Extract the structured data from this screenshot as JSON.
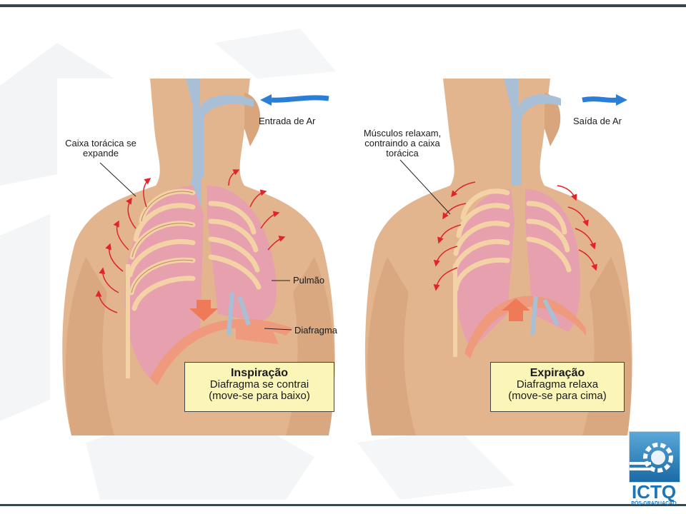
{
  "left_panel": {
    "air_label": "Entrada de Ar",
    "rib_label": "Caixa torácica se\nexpande",
    "lung_label": "Pulmão",
    "diaphragm_label": "Diafragma",
    "caption_title": "Inspiração",
    "caption_line1": "Diafragma se contrai",
    "caption_line2": "(move-se para baixo)"
  },
  "right_panel": {
    "air_label": "Saída de Ar",
    "muscle_label_line1": "Músculos relaxam,",
    "muscle_label_line2": "contraindo a caixa",
    "muscle_label_line3": "torácica",
    "caption_title": "Expiração",
    "caption_line1": "Diafragma relaxa",
    "caption_line2": "(move-se para cima)"
  },
  "logo": {
    "name": "ICTQ",
    "subtitle": "PÓS-GRADUAÇÃO"
  },
  "colors": {
    "skin": "#e3b58e",
    "skin_shadow": "#c98f66",
    "lung": "#e7a0ad",
    "rib": "#f3d3a6",
    "airway": "#a9bfd6",
    "arrow_red": "#e0242a",
    "arrow_orange": "#ef7a58",
    "air_arrow": "#2a7ed6",
    "caption_bg": "#fbf6b8",
    "bar": "#37474f",
    "logo_blue": "#1b75bb"
  }
}
